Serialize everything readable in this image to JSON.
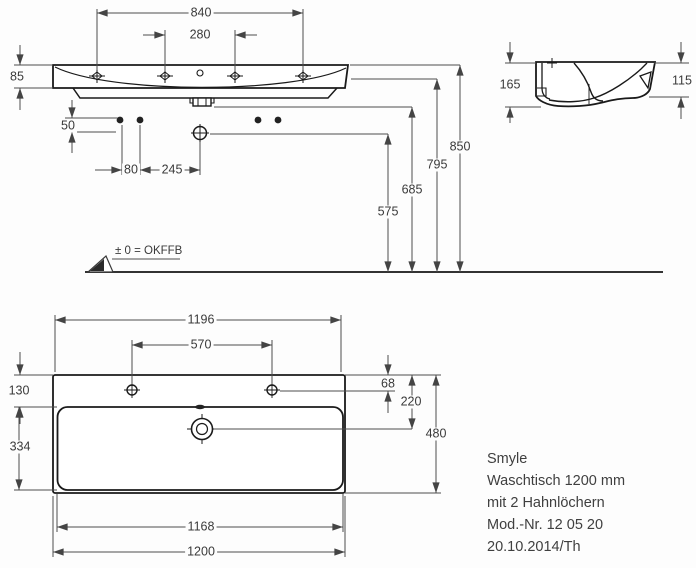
{
  "product_info": {
    "name": "Smyle",
    "type": "Waschtisch 1200 mm",
    "holes": "mit 2 Hahnlöchern",
    "model": "Mod.-Nr. 12 05 20",
    "date": "20.10.2014/Th"
  },
  "datum": {
    "label": "± 0 = OKFFB"
  },
  "front_view": {
    "dims": {
      "tap_spacing_outer": "840",
      "tap_spacing_inner": "280",
      "rim_height": "85",
      "fixing_offset": "50",
      "fixing_spacing": "80",
      "fixing_to_drain": "245",
      "drain_height": "575",
      "underside_height": "685",
      "rim_bottom_height": "795",
      "rim_top_height": "850"
    }
  },
  "side_view": {
    "dims": {
      "front_height": "165",
      "back_height": "115"
    }
  },
  "plan_view": {
    "dims": {
      "top_width": "1196",
      "tap_spacing": "570",
      "rim_to_basin": "130",
      "basin_depth": "334",
      "tap_to_edge": "68",
      "drain_to_edge": "220",
      "overall_depth": "480",
      "basin_width": "1168",
      "overall_width": "1200"
    }
  },
  "colors": {
    "outline": "#1a1a1a",
    "dimension_line": "#4d4d4d",
    "text": "#3a3a3a",
    "background": "#fdfdfd"
  }
}
